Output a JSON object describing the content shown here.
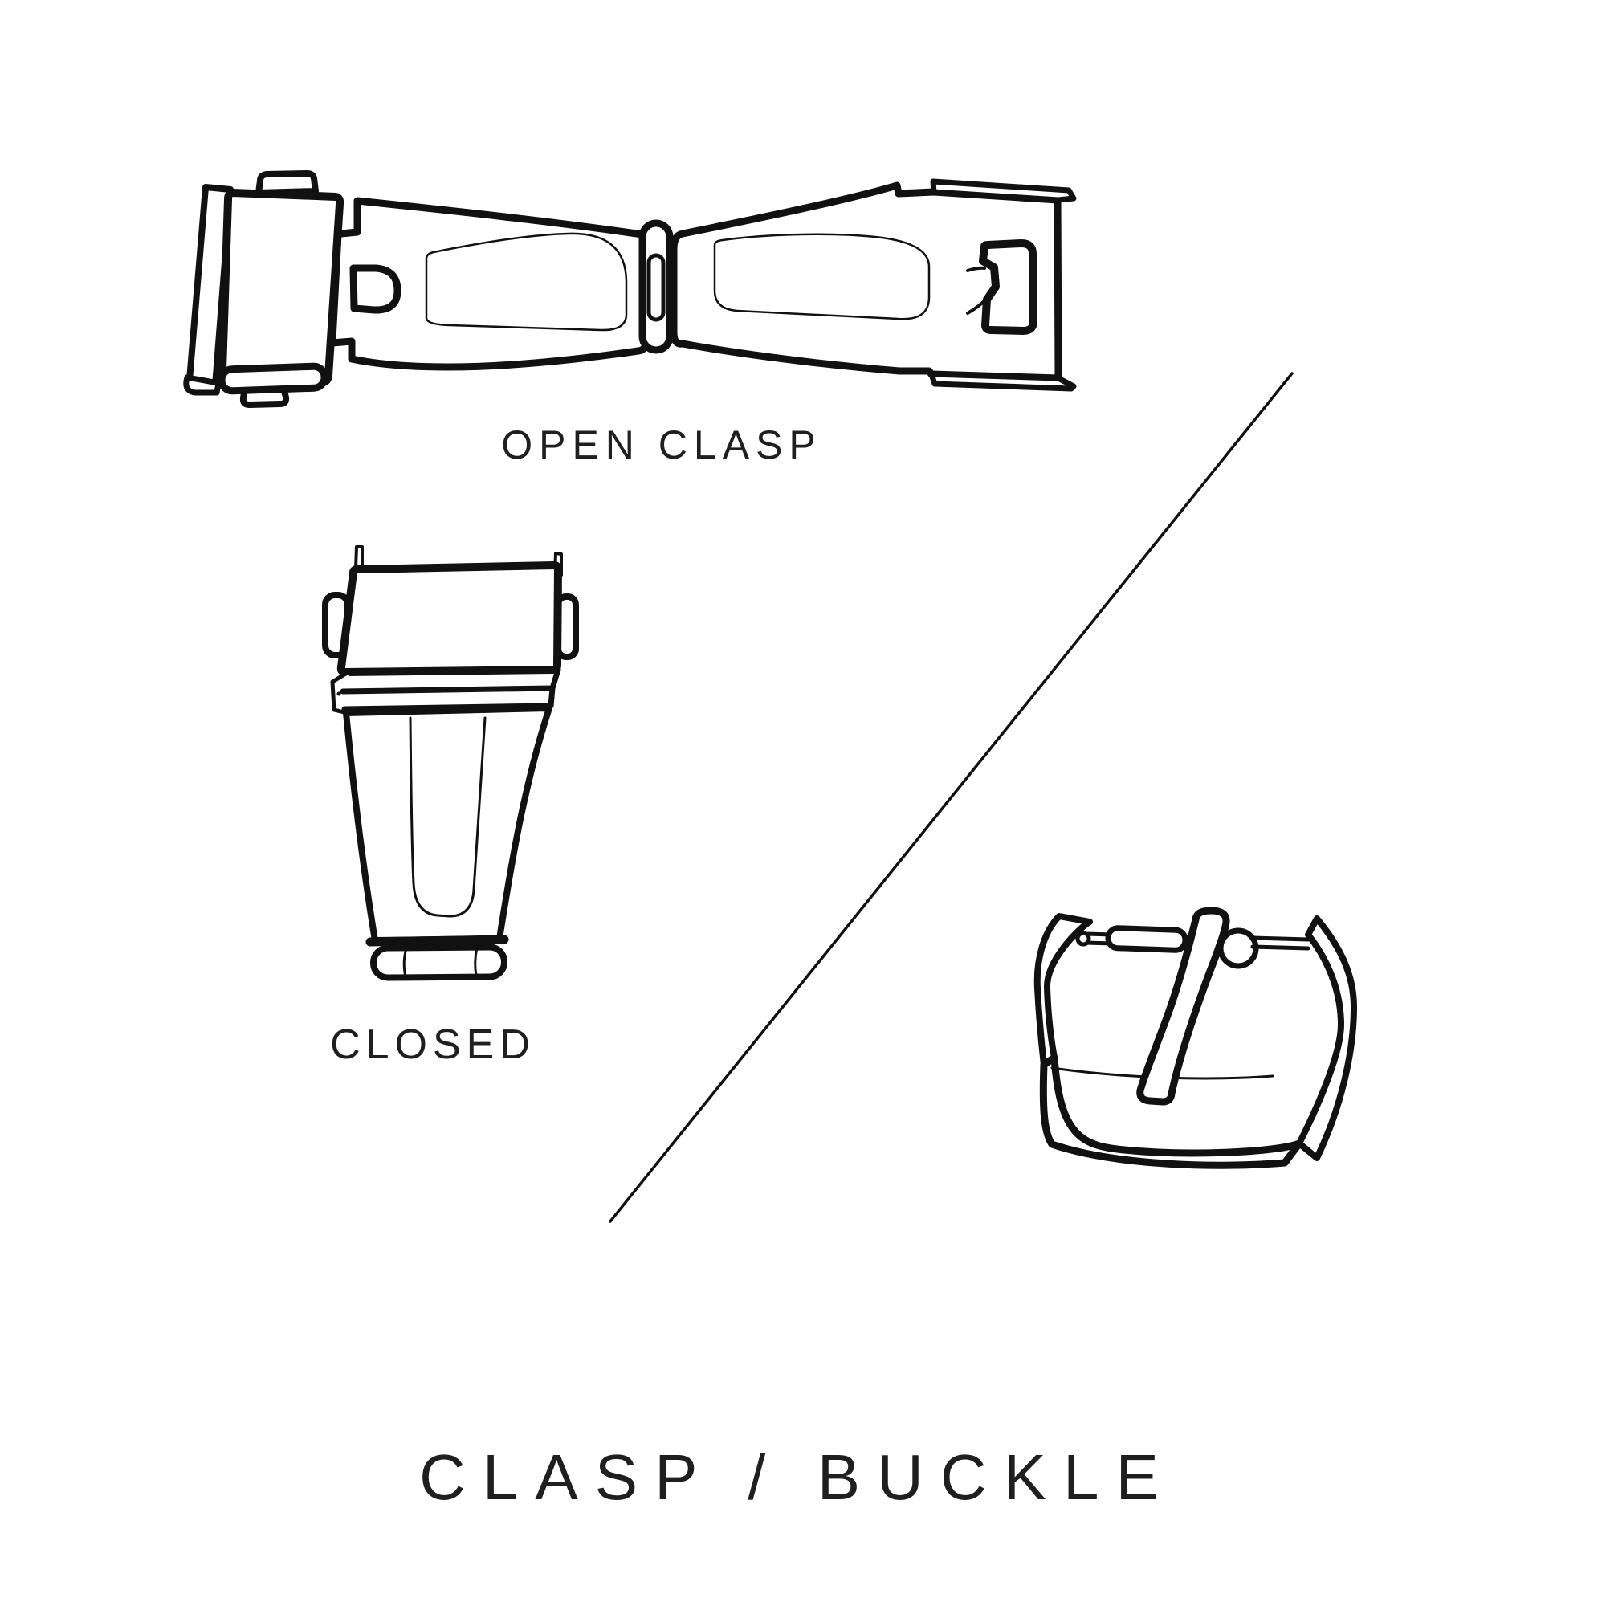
{
  "figure": {
    "background_color": "#ffffff",
    "line_color": "#111111",
    "labels": {
      "open_clasp": "OPEN CLASP",
      "closed": "CLOSED"
    },
    "title": "CLASP / BUCKLE"
  }
}
